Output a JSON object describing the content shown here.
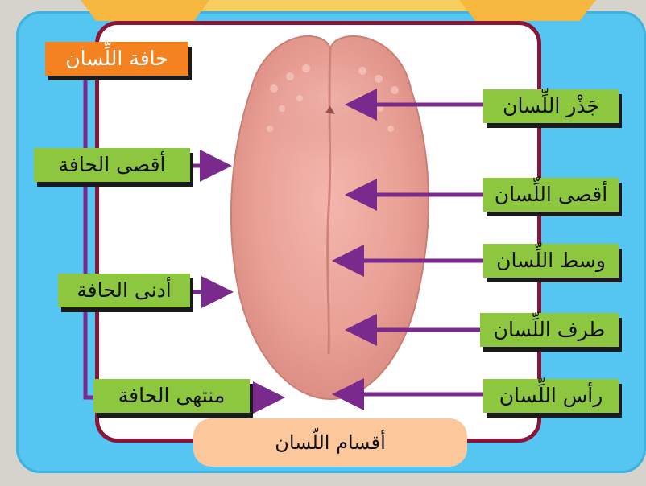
{
  "title": "أقسام اللّسان",
  "labels": {
    "edge_heading": "حافة اللِّسان",
    "back_edge": "أقصى الحافة",
    "near_edge": "أدنى الحافة",
    "end_edge": "منتهى الحافة",
    "root": "جَذْر اللِّسان",
    "back": "أقصى اللِّسان",
    "middle": "وسط اللِّسان",
    "side_tip": "طرف اللِّسان",
    "tip": "رأس اللِّسان"
  },
  "colors": {
    "panel": "#55c6f2",
    "label_green": "#8dc63f",
    "label_orange": "#f58220",
    "arrow_purple": "#7a2a8c",
    "card_border": "#8b1538",
    "title_bg": "#fcc79b",
    "tab": "#f6b73f"
  }
}
